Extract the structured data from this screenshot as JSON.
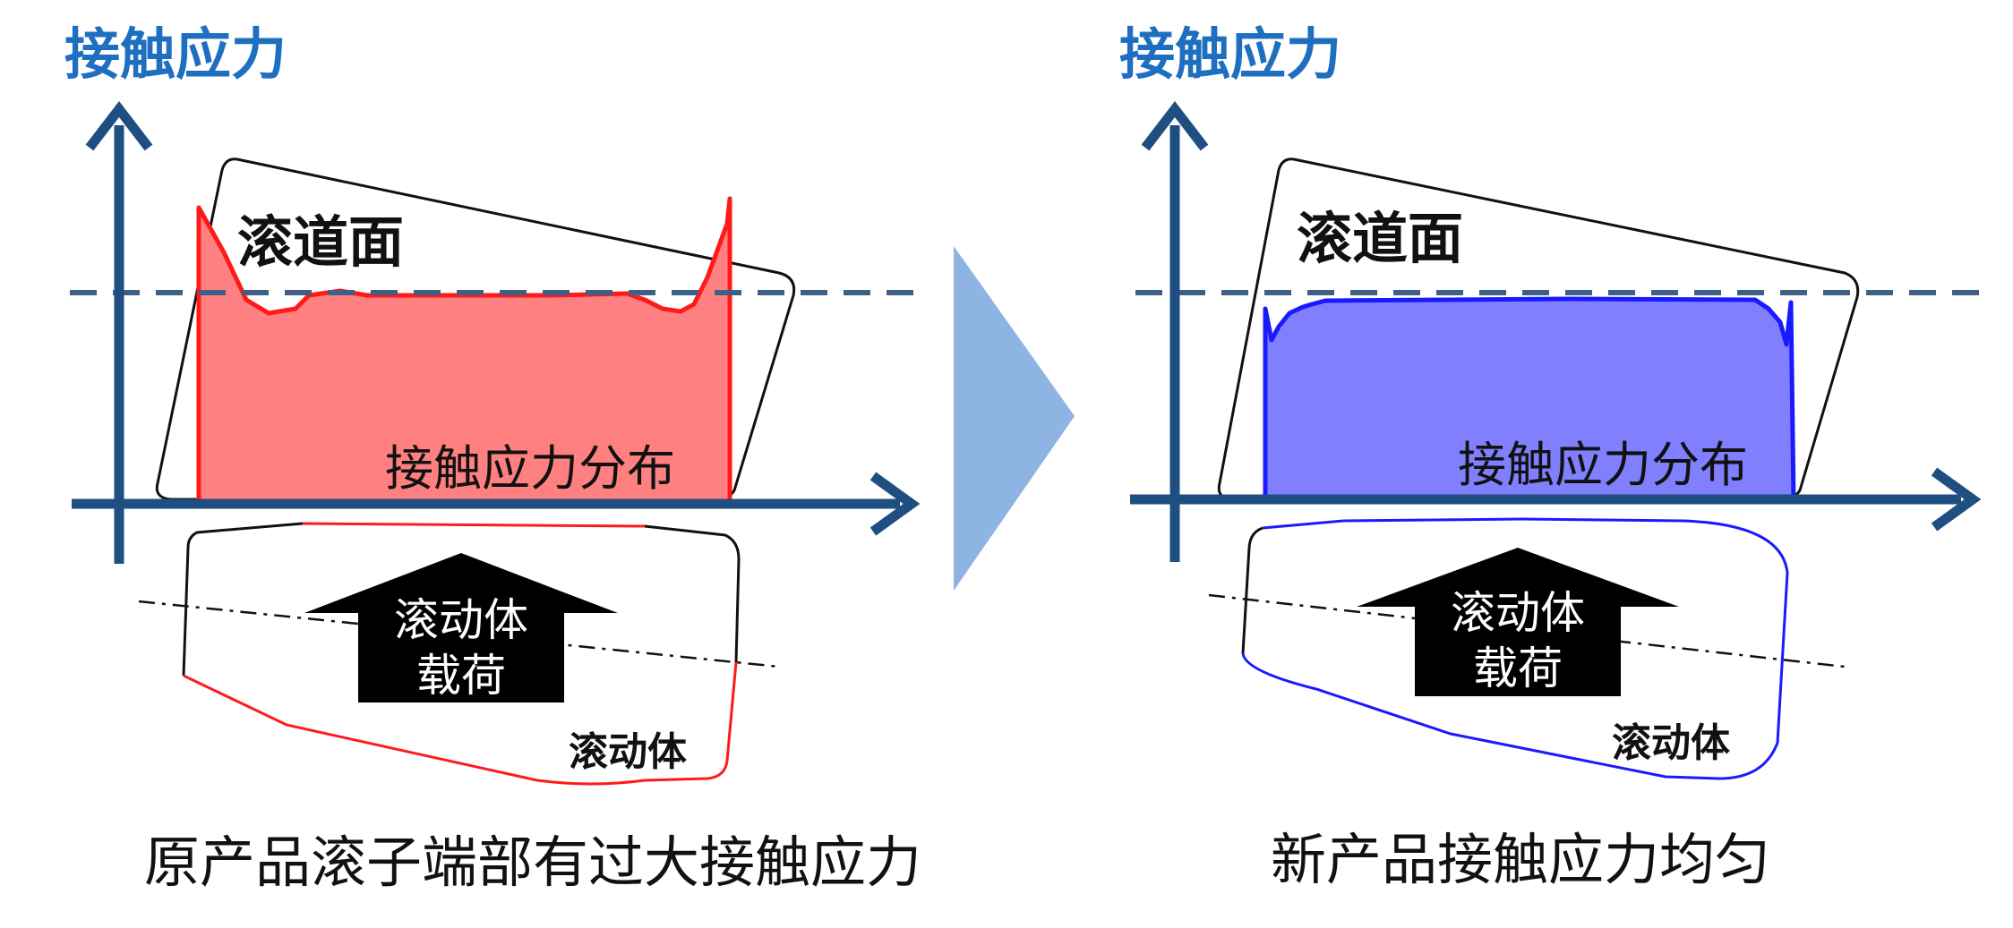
{
  "colors": {
    "axis": "#1f4e80",
    "title": "#1f6fc0",
    "old_fill": "#ff8080",
    "old_line": "#ff1a1a",
    "new_fill": "#8080ff",
    "new_line": "#1a1aff",
    "transition_arrow": "#8eb4e3",
    "dashed_line": "#3e5f86"
  },
  "left_panel": {
    "axis_title": "接触应力",
    "raceway_label": "滚道面",
    "distribution_label": "接触应力分布",
    "load_arrow_line1": "滚动体",
    "load_arrow_line2": "载荷",
    "roller_label": "滚动体",
    "caption": "原产品滚子端部有过大接触应力"
  },
  "right_panel": {
    "axis_title": "接触应力",
    "raceway_label": "滚道面",
    "distribution_label": "接触应力分布",
    "load_arrow_line1": "滚动体",
    "load_arrow_line2": "载荷",
    "roller_label": "滚动体",
    "caption": "新产品接触应力均匀"
  },
  "transition": {
    "icon": "right-triangle-arrow-icon"
  }
}
